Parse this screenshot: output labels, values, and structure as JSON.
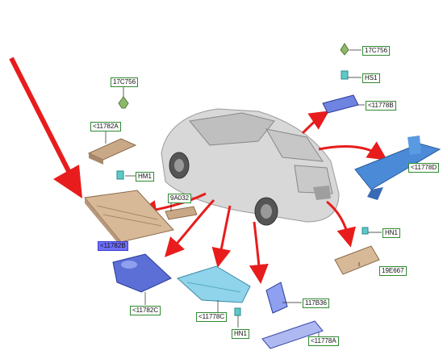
{
  "diagram": {
    "accent_arrow_color": "#e81c1c",
    "label_border_color": "#2f8a2f",
    "highlight_label_color": "#6f6fff",
    "labels": {
      "top_left_clip": "17C756",
      "left_upper_plate": "<11782A",
      "left_clip": "HM1",
      "main_shield": "<11782B",
      "bracket": "9A032",
      "front_shield": "<11782C",
      "middle_shield": "<11778C",
      "bottom_clip": "HN1",
      "bottom_bracket": "117B36",
      "bottom_right_shield": "<11778A",
      "right_clip": "HN1",
      "right_plate": "19E667",
      "right_beam": "<11778D",
      "top_right_plate": "<11778B",
      "top_right_clip_upper": "17C756",
      "top_right_clip_lower": "HS1"
    }
  }
}
